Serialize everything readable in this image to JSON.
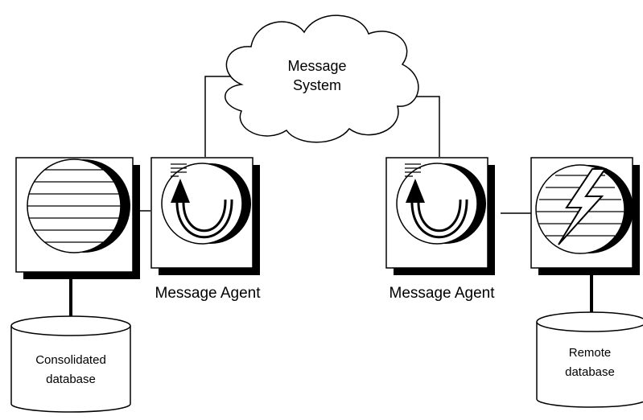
{
  "cloud": {
    "label_line1": "Message",
    "label_line2": "System"
  },
  "agents": {
    "left_label": "Message Agent",
    "right_label": "Message Agent"
  },
  "databases": {
    "consolidated_line1": "Consolidated",
    "consolidated_line2": "database",
    "remote_line1": "Remote",
    "remote_line2": "database"
  },
  "colors": {
    "stroke": "#000000",
    "background": "#ffffff",
    "shadow": "#000000"
  }
}
